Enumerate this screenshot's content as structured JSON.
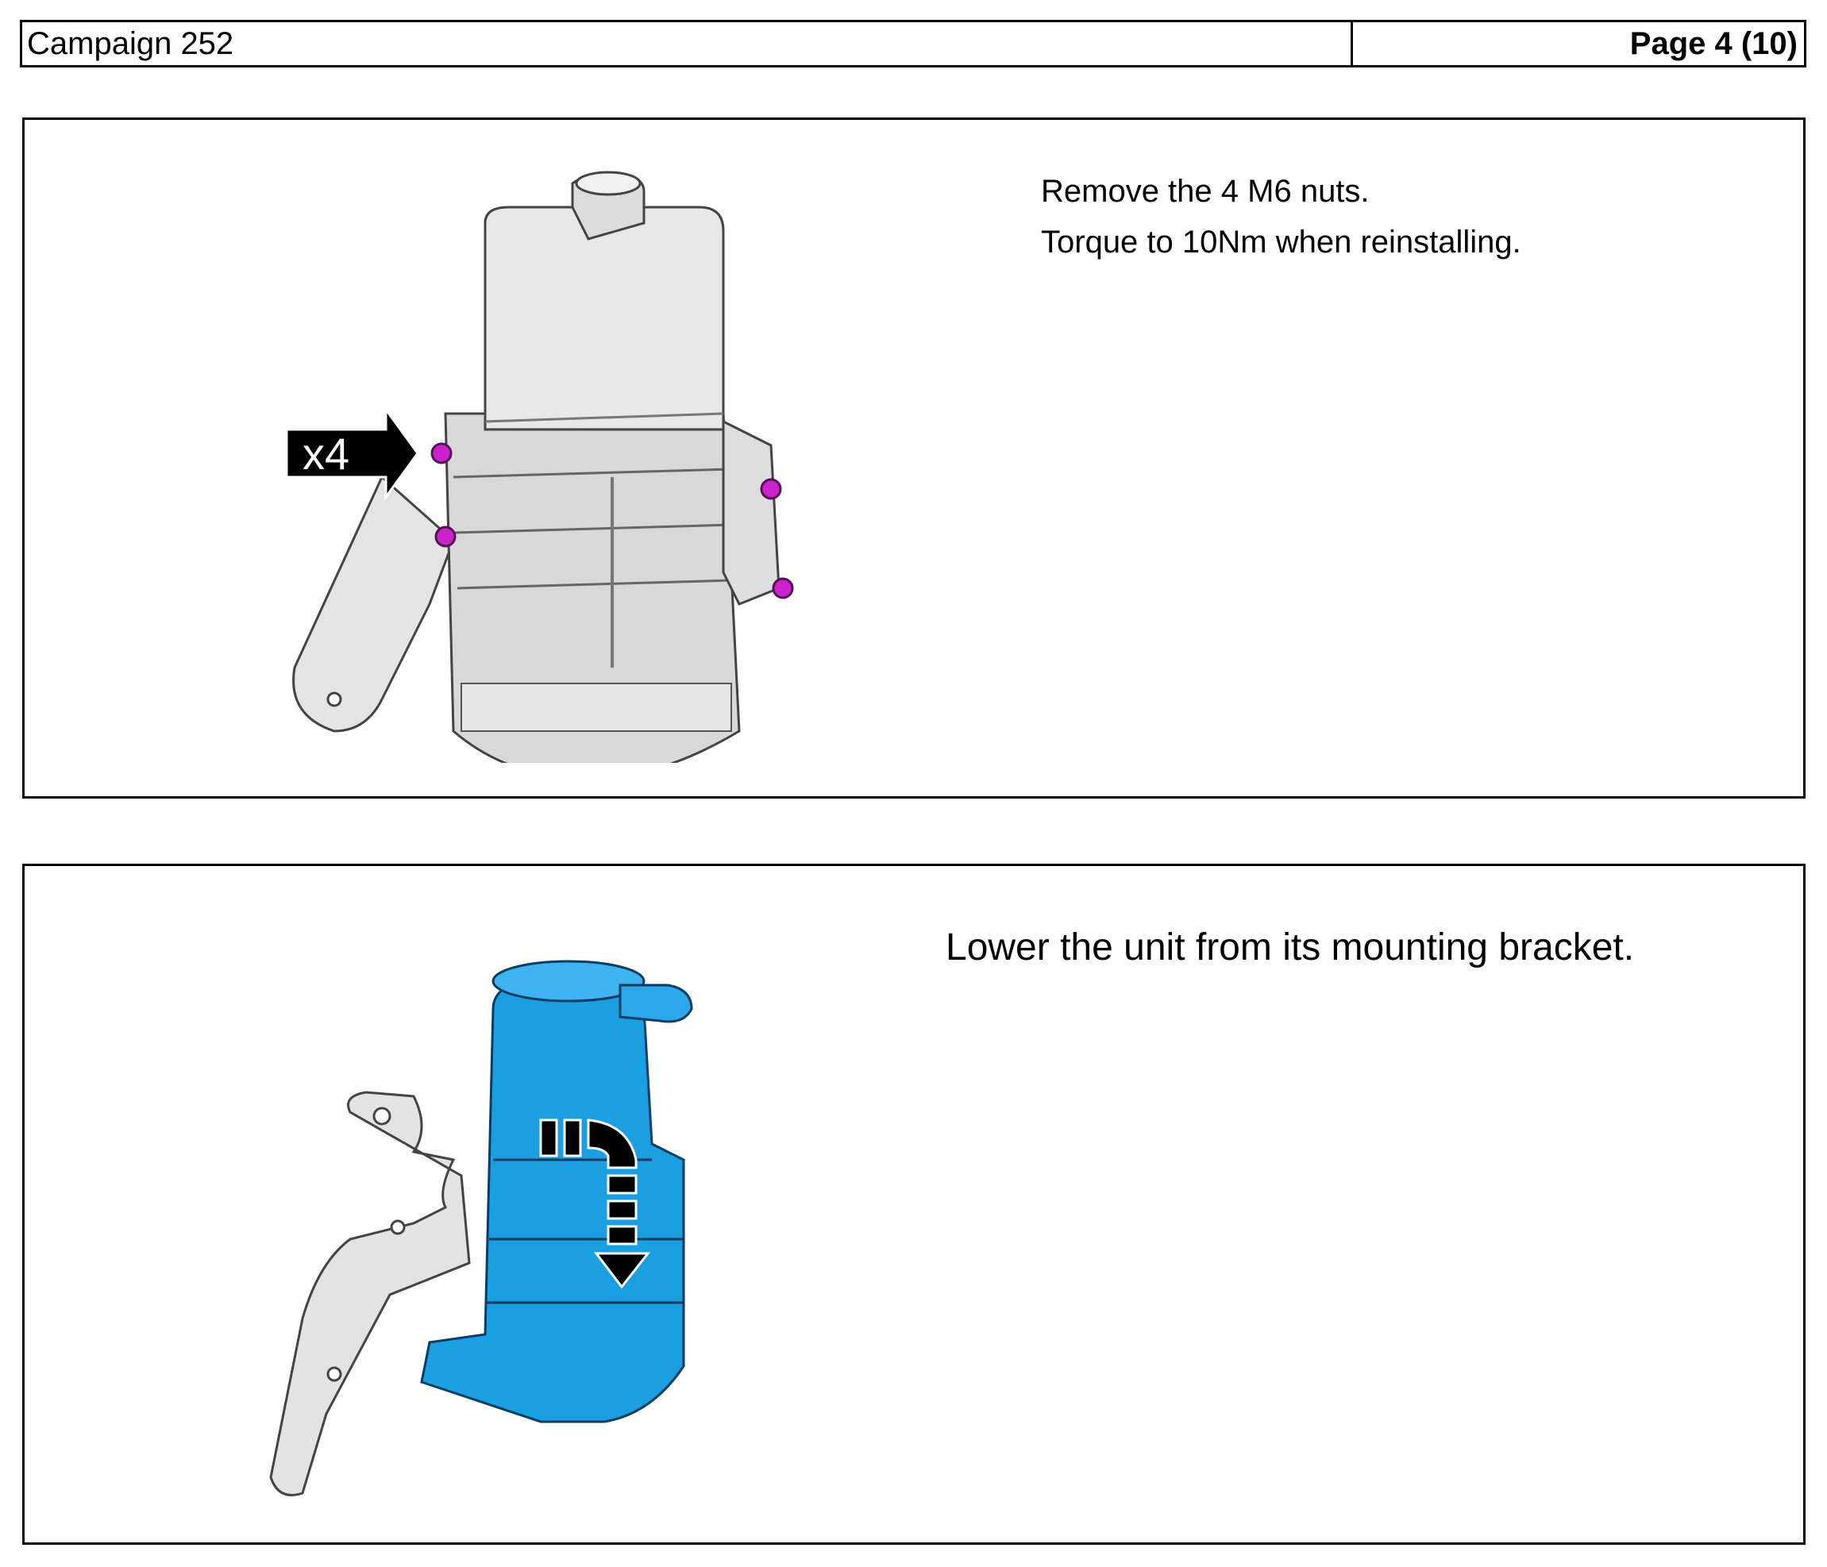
{
  "header": {
    "campaign": "Campaign 252",
    "page": "Page 4 (10)"
  },
  "step1": {
    "line1": "Remove the 4 M6 nuts.",
    "line2": "Torque to 10Nm  when reinstalling.",
    "callout": "x4",
    "nut_color": "#cc22cc"
  },
  "step2": {
    "instruction": "Lower the unit from its mounting bracket.",
    "unit_color": "#1a9fe0"
  }
}
